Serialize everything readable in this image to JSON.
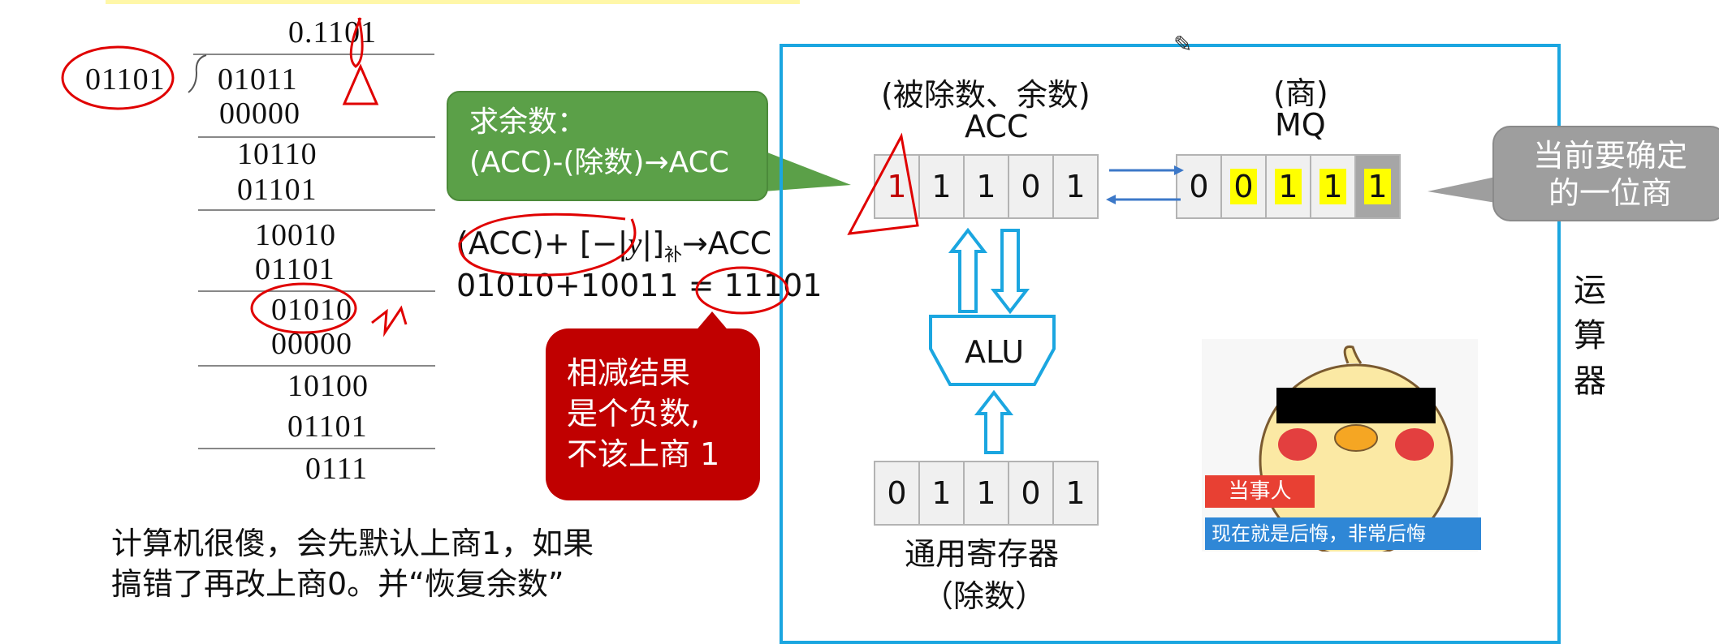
{
  "division": {
    "quotient": "0.1101",
    "divisor": "01101",
    "rows": [
      "01011",
      "00000",
      "10110",
      "01101",
      "10010",
      "01101",
      "01010",
      "00000",
      "10100",
      "01101",
      "0111"
    ]
  },
  "green_callout": {
    "line1": "求余数：",
    "line2": "(ACC)-(除数)→ACC"
  },
  "formula": {
    "line1_a": "(ACC)+ [−|",
    "line1_y": "y",
    "line1_b": "|]",
    "line1_sub": "补",
    "line1_c": "→ACC",
    "line2": "01010+10011 = 11101"
  },
  "red_callout": {
    "line1": "相减结果",
    "line2": "是个负数,",
    "line3": "不该上商 1"
  },
  "acc": {
    "caption": "(被除数、余数)",
    "name": "ACC",
    "bits": [
      "1",
      "1",
      "1",
      "0",
      "1"
    ]
  },
  "mq": {
    "caption": "(商)",
    "name": "MQ",
    "bits": [
      "0",
      "0",
      "1",
      "1",
      "1"
    ]
  },
  "gray_callout": {
    "line1": "当前要确定",
    "line2": "的一位商"
  },
  "alu_label": "ALU",
  "general_register": {
    "bits": [
      "0",
      "1",
      "1",
      "0",
      "1"
    ],
    "caption": "通用寄存器",
    "sub_caption": "（除数）"
  },
  "vertical_label": [
    "运",
    "算",
    "器"
  ],
  "meme": {
    "tag": "当事人",
    "caption": "现在就是后悔，非常后悔"
  },
  "bottom_note": {
    "line1": "计算机很傻，会先默认上商1，如果",
    "line2": "搞错了再改上商0。并“恢复余数”"
  },
  "colors": {
    "frame": "#1ba6e0",
    "green": "#5ba048",
    "red": "#c00000",
    "gray": "#9e9e9e",
    "highlight": "#ffff00",
    "annotation": "#e00000"
  }
}
